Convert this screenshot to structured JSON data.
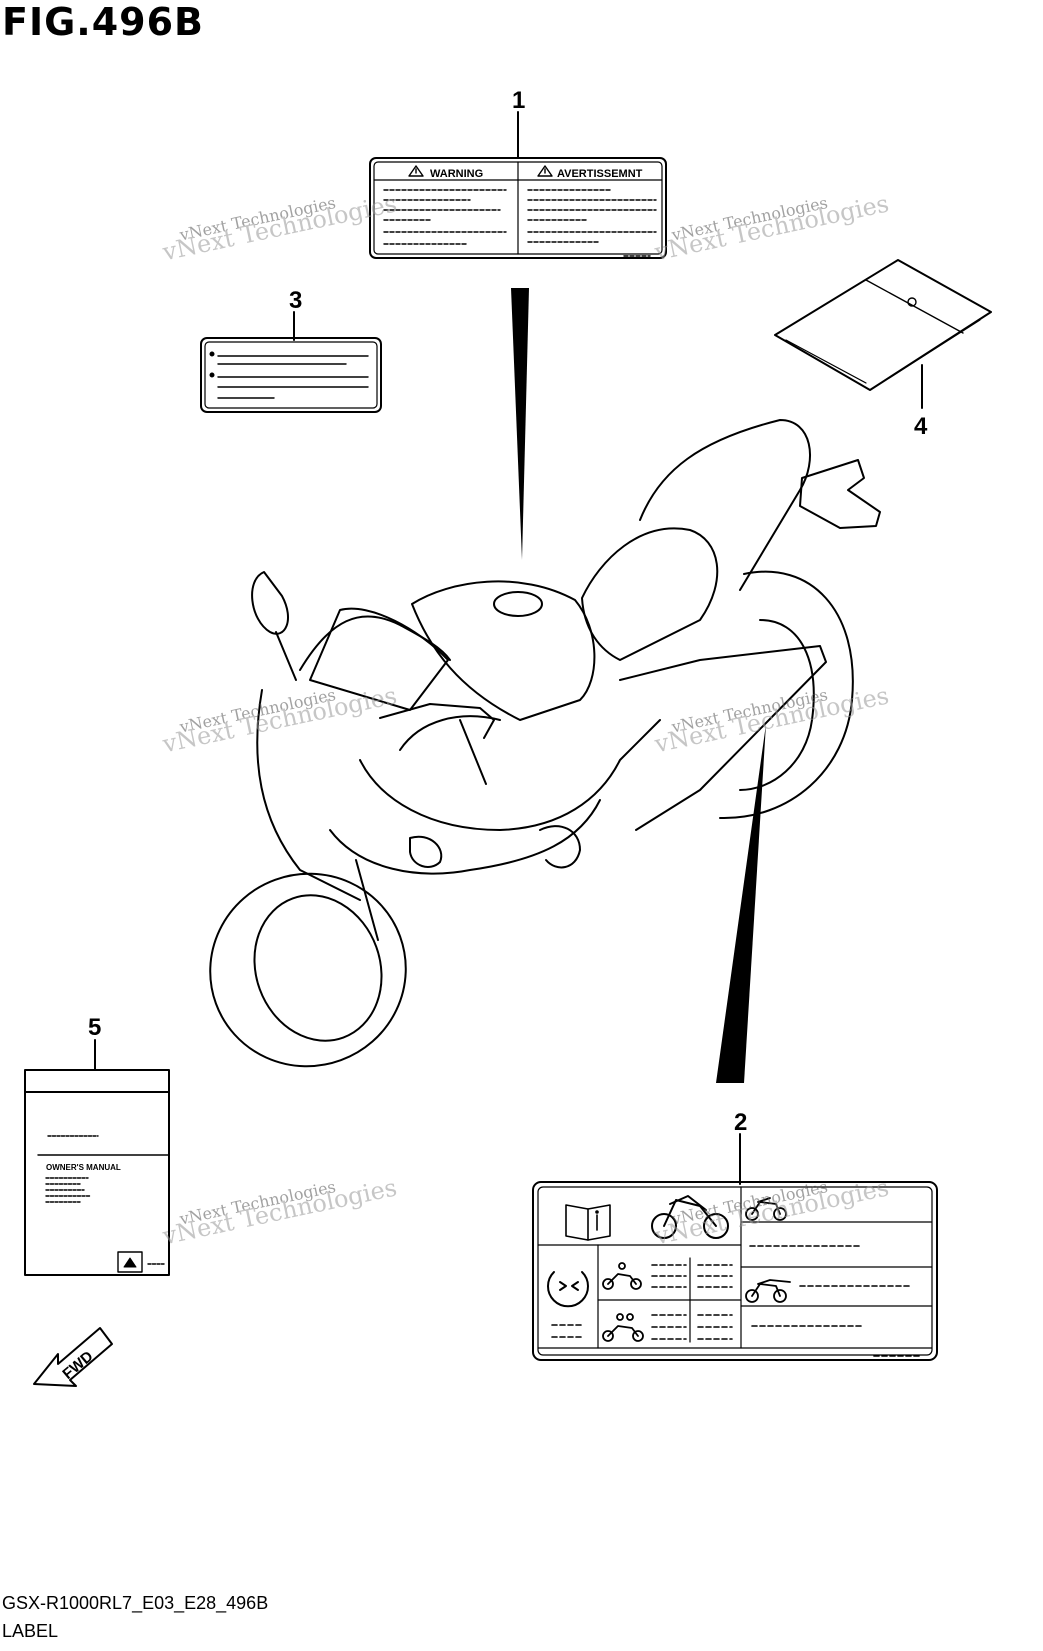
{
  "title": "FIG.496B",
  "callouts": {
    "c1": "1",
    "c2": "2",
    "c3": "3",
    "c4": "4",
    "c5": "5"
  },
  "label1": {
    "left_header": "WARNING",
    "right_header": "AVERTISSEMNT"
  },
  "label5": {
    "text": "OWNER'S MANUAL"
  },
  "fwd": "FWD",
  "watermark": {
    "line1": "vNext Technologies",
    "line2": "vNext Technologies"
  },
  "footer": {
    "code": "GSX-R1000RL7_E03_E28_496B",
    "subtitle": "LABEL"
  },
  "icons": [
    "warning-triangle-icon",
    "book-info-icon",
    "motorcycle-icon",
    "rider-icon",
    "passenger-icon",
    "tire-pressure-icon"
  ]
}
